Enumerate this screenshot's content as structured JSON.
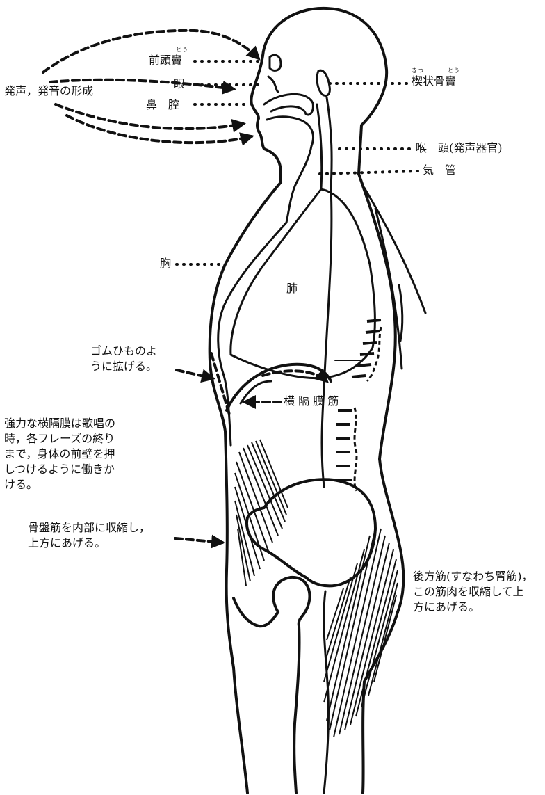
{
  "labels": {
    "phonation": "発声，発音の形成",
    "frontal_sinus": "前頭竇",
    "frontal_sinus_ruby": "とう",
    "eye": "眼",
    "nasal_cavity": "鼻　腔",
    "sphenoid_sinus": "楔状骨竇",
    "sphenoid_ruby_1": "きつ",
    "sphenoid_ruby_2": "とう",
    "larynx": "喉　頭(発声器官)",
    "trachea": "気　管",
    "chest": "胸",
    "lung": "肺",
    "rubber_band": "ゴムひものよ\nうに拡げる。",
    "diaphragm": "横 隔 膜 筋",
    "strong_diaphragm": "強力な横隔膜は歌唱の\n時，各フレーズの終り\nまで，身体の前壁を押\nしつけるように働きか\nける。",
    "pelvic_muscles": "骨盤筋を内部に収縮し，\n上方にあげる。",
    "back_muscles": "後方筋(すなわち腎筋)，\nこの筋肉を収縮して上\n方にあげる。"
  }
}
